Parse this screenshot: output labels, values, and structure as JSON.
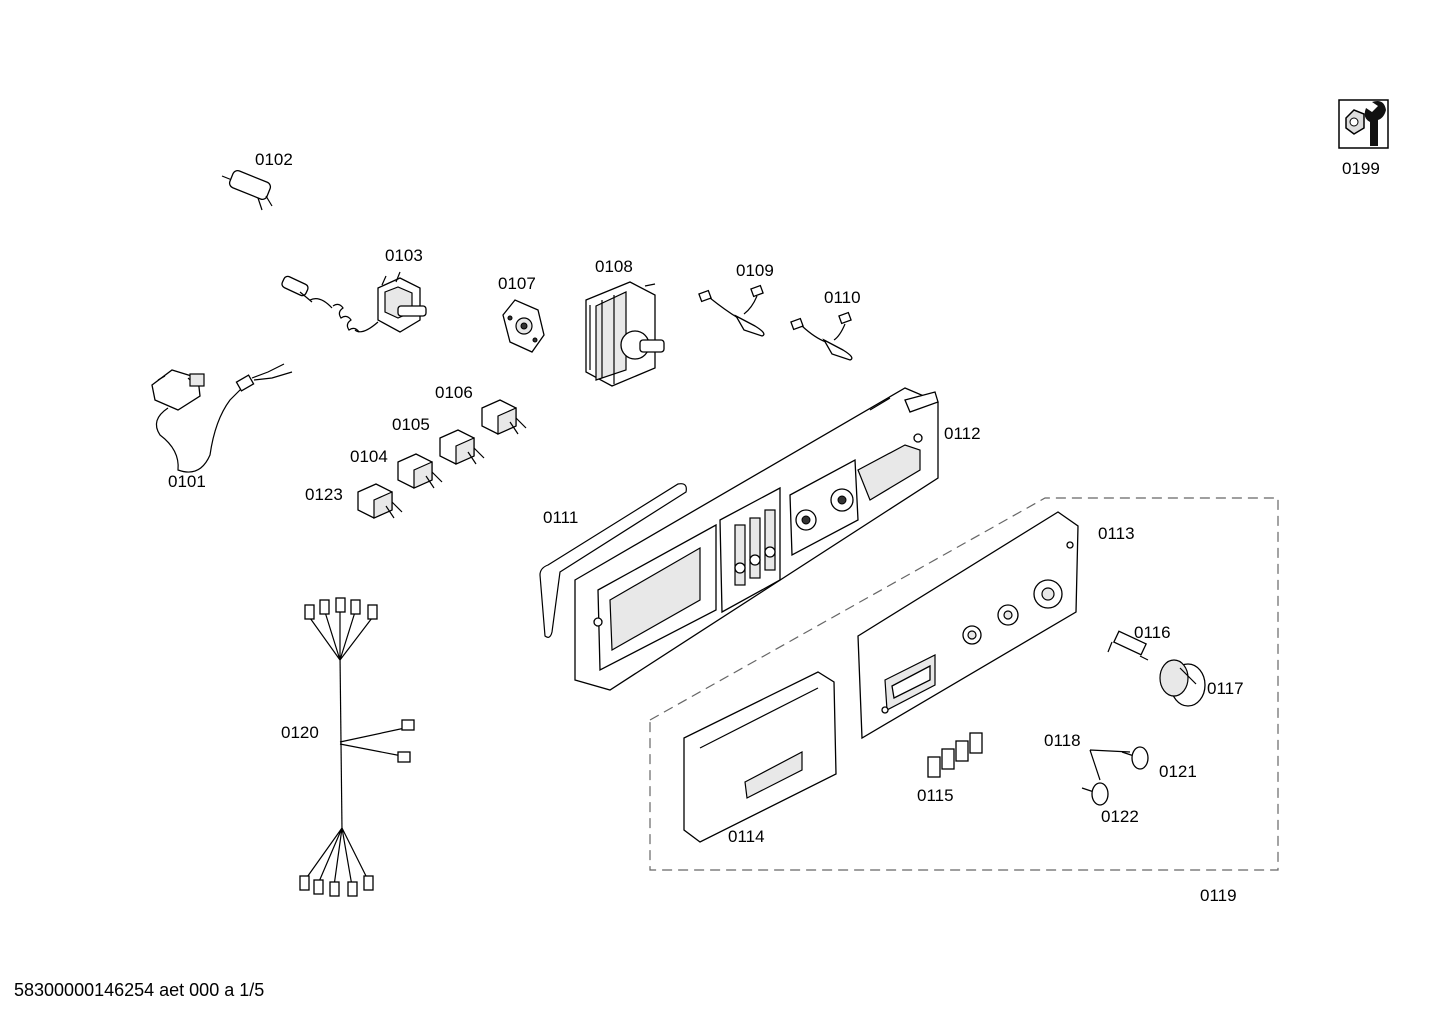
{
  "document_code": "58300000146254 aet 000 a 1/5",
  "parts": [
    {
      "id": "0101"
    },
    {
      "id": "0102"
    },
    {
      "id": "0103"
    },
    {
      "id": "0104"
    },
    {
      "id": "0105"
    },
    {
      "id": "0106"
    },
    {
      "id": "0107"
    },
    {
      "id": "0108"
    },
    {
      "id": "0109"
    },
    {
      "id": "0110"
    },
    {
      "id": "0111"
    },
    {
      "id": "0112"
    },
    {
      "id": "0113"
    },
    {
      "id": "0114"
    },
    {
      "id": "0115"
    },
    {
      "id": "0116"
    },
    {
      "id": "0117"
    },
    {
      "id": "0118"
    },
    {
      "id": "0119"
    },
    {
      "id": "0120"
    },
    {
      "id": "0121"
    },
    {
      "id": "0122"
    },
    {
      "id": "0123"
    },
    {
      "id": "0199"
    }
  ],
  "icons": {
    "service_kit": "wrench-nut-icon"
  }
}
